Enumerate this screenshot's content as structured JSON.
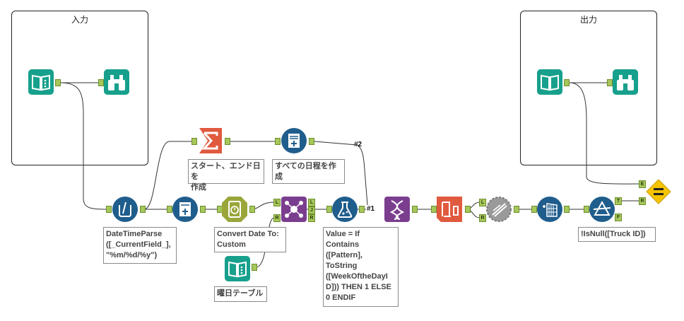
{
  "containers": {
    "input_title": "入力",
    "output_title": "出力"
  },
  "annotations": {
    "summarize": "スタート、エンド日を\n作成",
    "generate_rows": "すべての日程を作\n成",
    "datetime": "DateTimeParse\n([_CurrentField_],\n\"%m/%d/%y\")",
    "convert_date": "Convert Date To:\nCustom",
    "weekday_table": "曜日テーブル",
    "formula": "Value = If\nContains\n([Pattern],\nToString\n([WeekOftheDayI\nD])) THEN 1 ELSE\n0 ENDIF",
    "filter": "!IsNull([Truck ID])"
  },
  "wire_labels": {
    "hash2": "#2",
    "hash1": "#1"
  },
  "anchor_labels": {
    "L": "L",
    "J": "J",
    "R": "R",
    "T": "T",
    "F": "F",
    "E": "E"
  },
  "colors": {
    "input_tool": "#17a08c",
    "summarize_tool": "#e05a3f",
    "blue_tool": "#1f5d8c",
    "datetime_tool": "#9aa63a",
    "join_tool": "#7b3e8f",
    "anchor_green": "#a6c75a",
    "yellow_test": "#f5c400"
  },
  "icons": [
    "input-data-icon",
    "browse-icon",
    "summarize-icon",
    "generate-rows-icon",
    "multi-field-formula-icon",
    "datetime-icon",
    "join-icon",
    "formula-icon",
    "transpose-icon",
    "dynamic-rename-icon",
    "sample-icon",
    "crosstab-icon",
    "filter-icon",
    "test-icon"
  ]
}
